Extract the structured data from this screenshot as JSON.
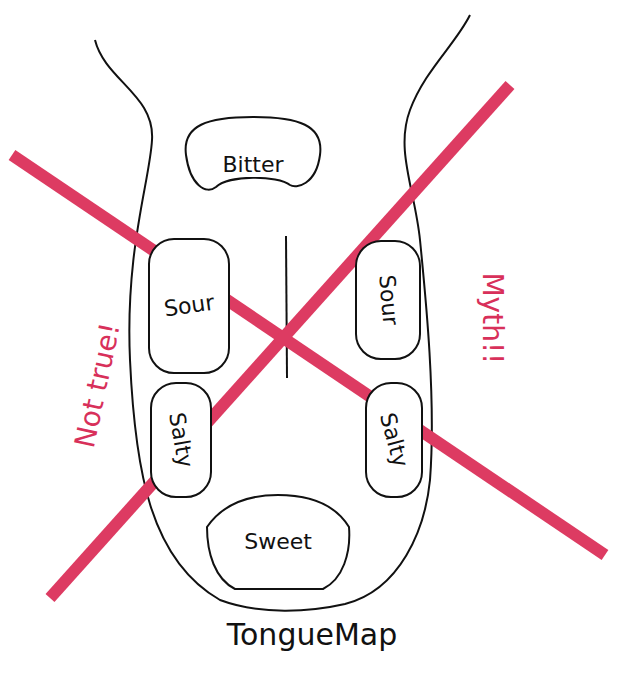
{
  "diagram": {
    "title": "TongueMap",
    "nodes": [
      {
        "text": [
          "Bitter"
        ]
      },
      {
        "text": [
          "Sour"
        ]
      },
      {
        "text": [
          "Sour"
        ]
      },
      {
        "text": [
          "Salty"
        ]
      },
      {
        "text": [
          "Salty"
        ]
      },
      {
        "text": [
          "Sweet"
        ]
      }
    ],
    "labels": [
      "Not true!",
      "Myth!!"
    ]
  }
}
